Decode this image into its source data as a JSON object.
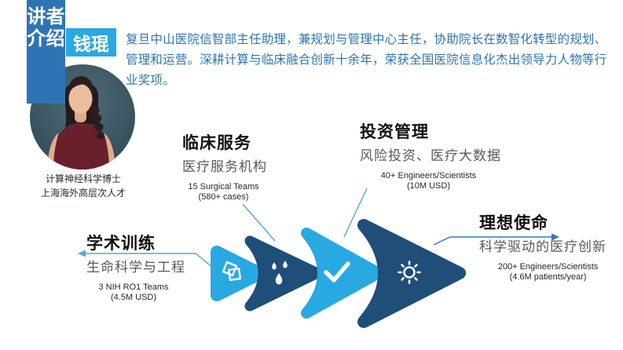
{
  "slide": {
    "banner": "讲者介绍",
    "speaker_name": "钱琨",
    "bio": "复旦中山医院信智部主任助理，兼规划与管理中心主任，协助院长在数智化转型的规划、管理和运营。深耕计算与临床融合创新十余年，荣获全国医院信息化杰出领导力人物等行业奖项。",
    "photo_caption_1": "计算神经科学博士",
    "photo_caption_2": "上海海外高层次人才"
  },
  "stages": [
    {
      "title": "学术训练",
      "subtitle": "生命科学与工程",
      "stat1": "3 NIH RO1 Teams",
      "stat2": "(4.5M USD)",
      "icon": "copy-icon",
      "arrow_color": "#29A9E1"
    },
    {
      "title": "临床服务",
      "subtitle": "医疗服务机构",
      "stat1": "15 Surgical Teams",
      "stat2": "(580+ cases)",
      "icon": "drops-icon",
      "arrow_color": "#1F4E79"
    },
    {
      "title": "投资管理",
      "subtitle": "风险投资、医疗大数据",
      "stat1": "40+ Engineers/Scientists",
      "stat2": "(10M USD)",
      "icon": "check-icon",
      "arrow_color": "#29A9E1"
    },
    {
      "title": "理想使命",
      "subtitle": "科学驱动的医疗创新",
      "stat1": "200+ Engineers/Scientists",
      "stat2": "(4.6M patients/year)",
      "icon": "sun-icon",
      "arrow_color": "#1F4E79"
    }
  ],
  "colors": {
    "banner_blue": "#2E74B5",
    "tag_cyan": "#29A9E1",
    "bio_text_blue": "#2E74B5",
    "arrow_light_blue": "#29A9E1",
    "arrow_dark_blue": "#1F4E79",
    "connector_light": "#4FA8DC",
    "connector_dark": "#2D7CB8",
    "subtitle_gray": "#595959"
  }
}
